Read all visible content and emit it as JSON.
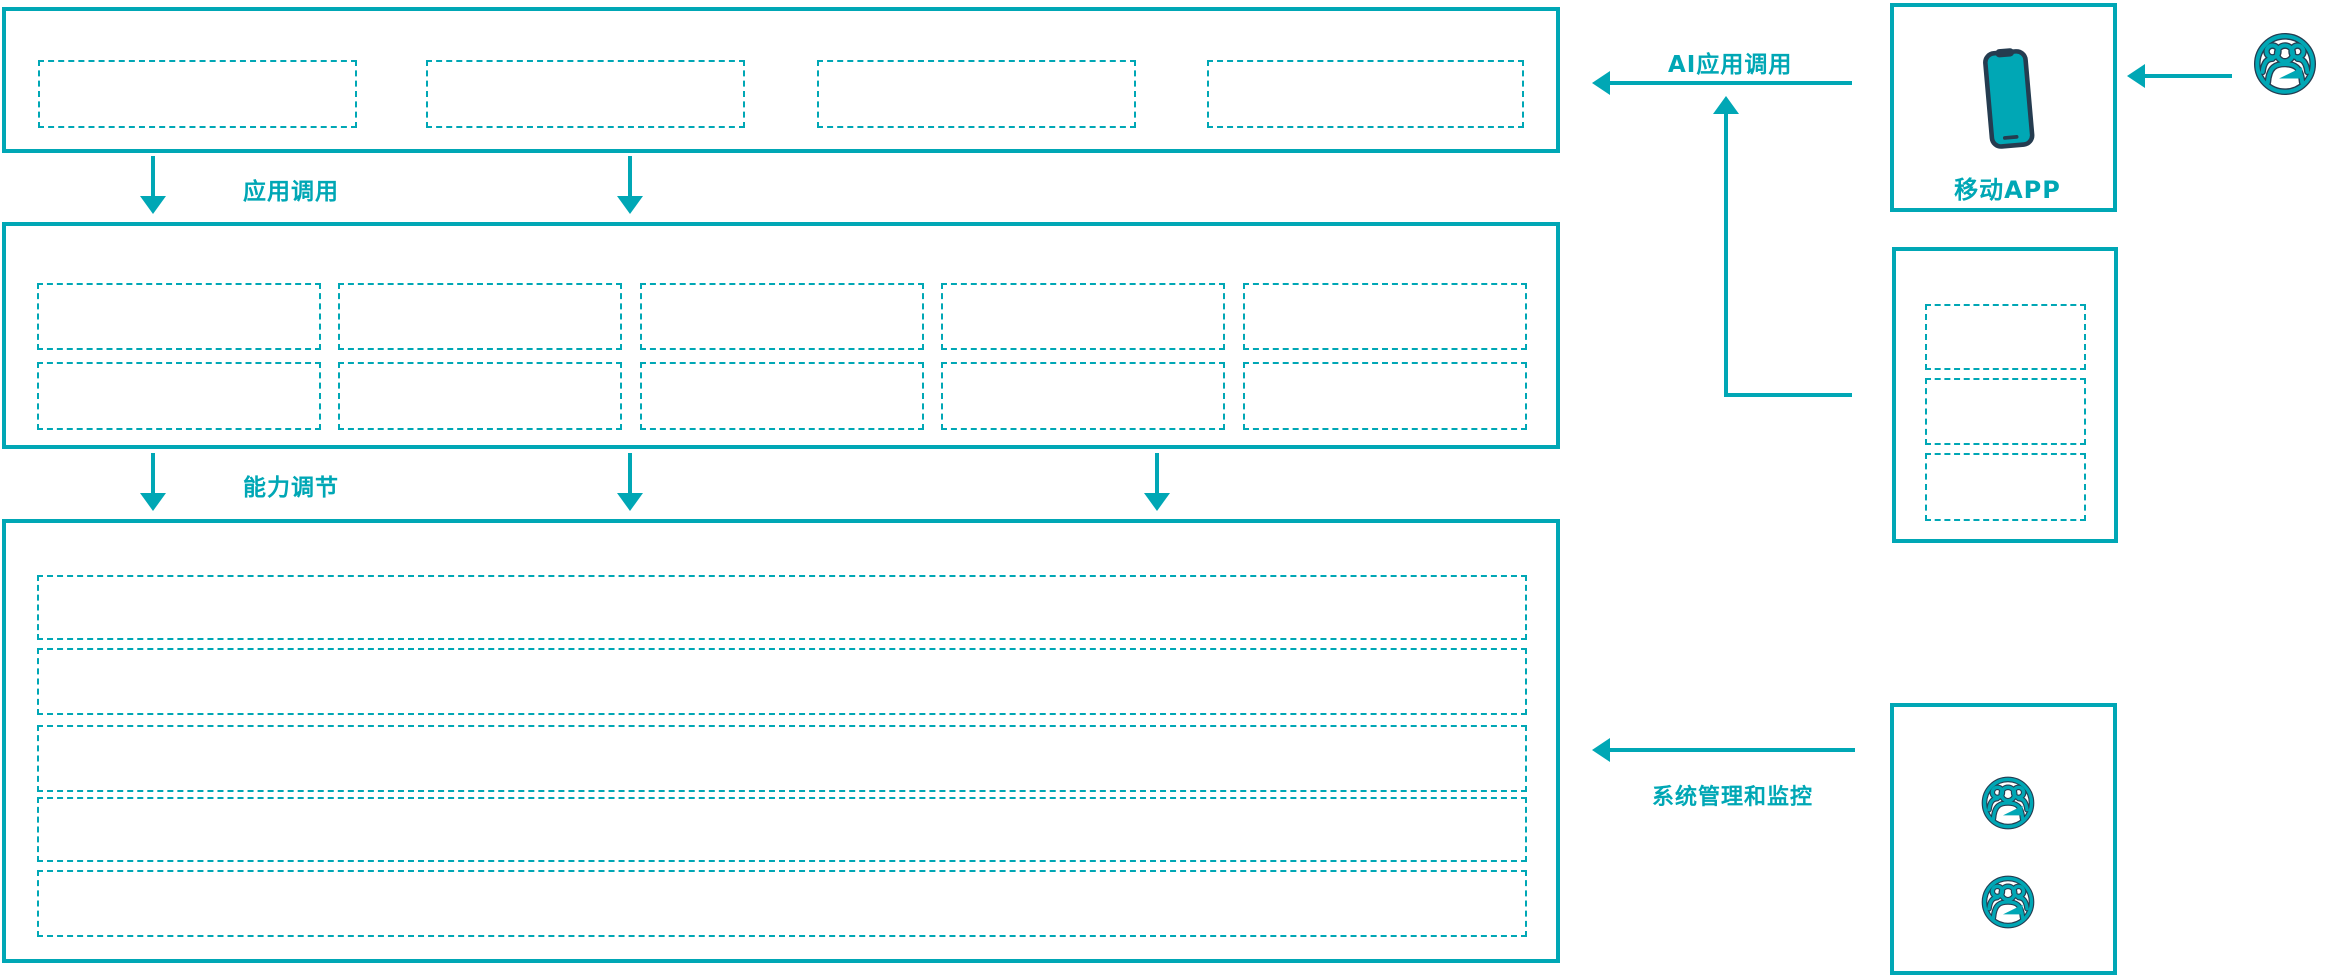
{
  "colors": {
    "teal": "#00A7B5",
    "navy": "#253C50",
    "background": "#FFFFFF"
  },
  "labels": {
    "app_call": "应用调用",
    "capability_adjust": "能力调节",
    "ai_app_call": "AI应用调用",
    "mobile_app": "移动APP",
    "system_mgmt": "系统管理和监控"
  },
  "icons": {
    "mobile_device": "smartphone-icon",
    "user_group": "users-group-icon"
  }
}
